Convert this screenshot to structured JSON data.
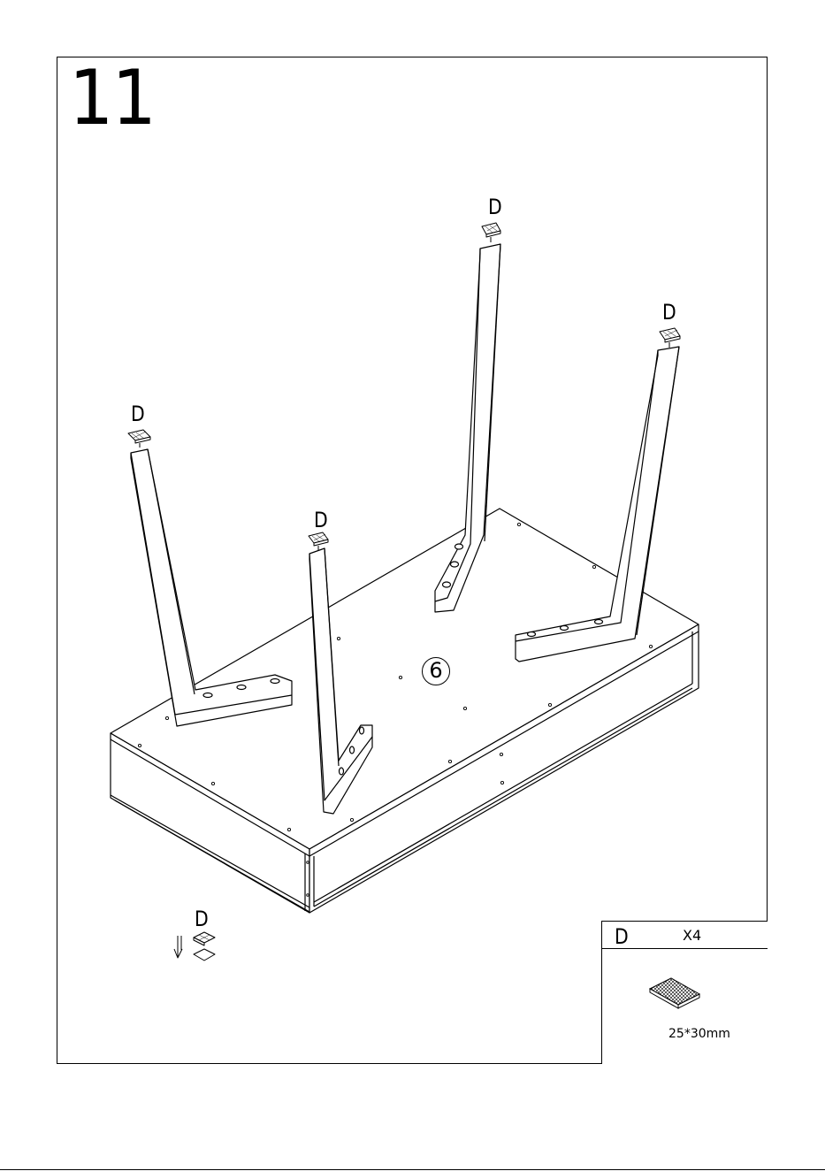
{
  "step": {
    "number": "11"
  },
  "labels": {
    "leg_top": "D",
    "leg_right": "D",
    "leg_left": "D",
    "leg_front": "D",
    "detail": "D"
  },
  "panel": {
    "number": "6"
  },
  "parts": {
    "letter": "D",
    "quantity": "X4",
    "dimensions": "25*30mm"
  }
}
